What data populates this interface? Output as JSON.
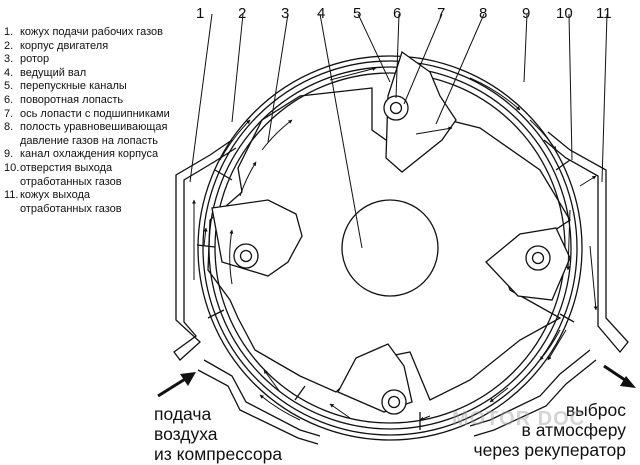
{
  "callouts": [
    "1",
    "2",
    "3",
    "4",
    "5",
    "6",
    "7",
    "8",
    "9",
    "10",
    "11"
  ],
  "legend": [
    {
      "num": "1.",
      "text": "кожух подачи рабочих газов"
    },
    {
      "num": "2.",
      "text": "корпус двигателя"
    },
    {
      "num": "3.",
      "text": "ротор"
    },
    {
      "num": "4.",
      "text": "ведущий вал"
    },
    {
      "num": "5.",
      "text": "перепускные каналы"
    },
    {
      "num": "6.",
      "text": "поворотная лопасть"
    },
    {
      "num": "7.",
      "text": "ось лопасти с подшипниками"
    },
    {
      "num": "8.",
      "text": "полость уравновешивающая"
    },
    {
      "num": "",
      "text": "давление газов на лопасть"
    },
    {
      "num": "9.",
      "text": "канал охлаждения корпуса"
    },
    {
      "num": "10.",
      "text": "отверстия выхода"
    },
    {
      "num": "",
      "text": "отработанных  газов"
    },
    {
      "num": "11.",
      "text": "кожух выхода"
    },
    {
      "num": "",
      "text": "отработанных газов"
    }
  ],
  "intake": {
    "line1": "подача",
    "line2": "воздуха",
    "line3": "из компрессора"
  },
  "exhaust": {
    "line1": "выброс",
    "line2": "в атмосферу",
    "line3": "через рекуператор"
  },
  "watermark": "MOTOR DOC"
}
